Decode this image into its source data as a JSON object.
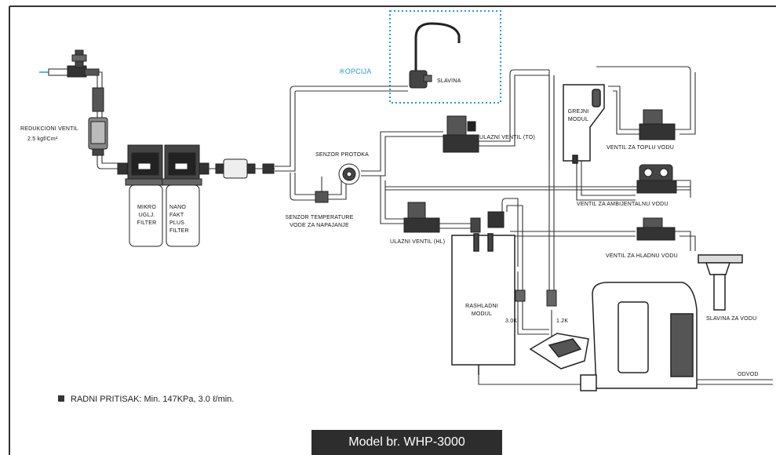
{
  "labels": {
    "opcija": "※OPCIJA",
    "slavina": "SLAVINA",
    "redukcioni_ventil": "REDUKCIONI VENTIL",
    "pressure": "2.5 kgf/Cm²",
    "mikro_filter": [
      "MIKRO",
      "UGLJ.",
      "FILTER"
    ],
    "nano_filter": [
      "NANO",
      "FAKT",
      "PLUS",
      "FILTER"
    ],
    "senzor_protoka": "SENZOR PROTOKA",
    "senzor_temperature": [
      "SENZOR TEMPERATURE",
      "VODE ZA NAPAJANJE"
    ],
    "ulazni_ventil_to": "ULAZNI VENTIL (TO)",
    "grejni_modul": [
      "GREJNI",
      "MODUL"
    ],
    "ventil_topla": "VENTIL ZA TOPLU VODU",
    "ventil_ambijentalna": "VENTIL ZA AMBIJENTALNU VODU",
    "ulazni_ventil_hl": "ULAZNI VENTIL (HL)",
    "ventil_hladna": "VENTIL ZA HLADNU VODU",
    "rashladni_modul": [
      "RASHLADNI",
      "MODUL"
    ],
    "k30": "3.0K",
    "k12": "1.2K",
    "slavina_za_vodu": "SLAVINA ZA VODU",
    "odvod": "ODVOD"
  },
  "note": "RADNI PRITISAK: Min. 147KPa, 3.0 ℓ/min.",
  "model": "Model br. WHP-3000",
  "colors": {
    "option_dots": "#1e9fd6",
    "line": "#333333",
    "model_bg": "#2d2d2d"
  }
}
